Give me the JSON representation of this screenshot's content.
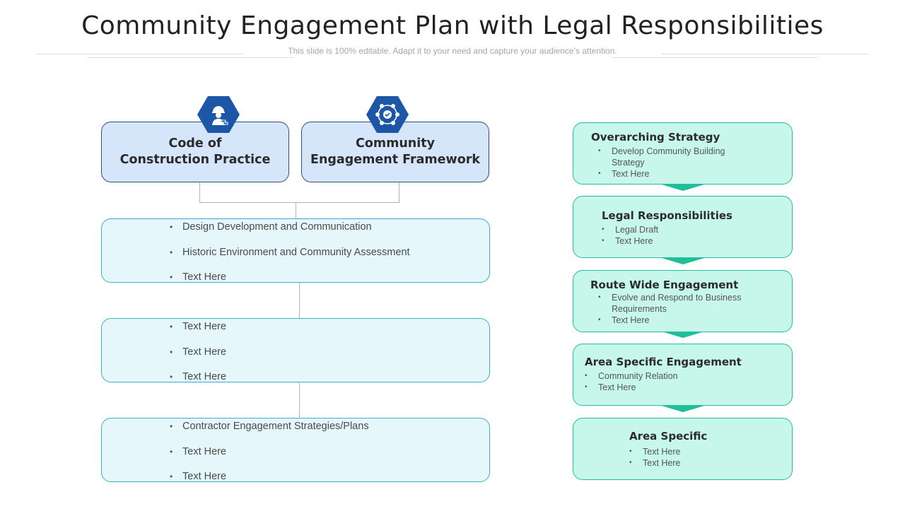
{
  "header": {
    "title": "Community Engagement Plan with Legal Responsibilities",
    "subtitle": "This slide is 100% editable. Adapt it to your need and capture your audience’s attention."
  },
  "colors": {
    "hexagon": "#1b57a6",
    "header_box": "#d5e6fb",
    "list_box": "#e6f7fc",
    "list_border": "#39b0c9",
    "stage_box": "#c6f7ea",
    "stage_border": "#1fbf9b"
  },
  "left": {
    "headers": [
      {
        "line1": "Code of",
        "line2": "Construction Practice",
        "icon": "construction-worker-icon"
      },
      {
        "line1": "Community",
        "line2": "Engagement Framework",
        "icon": "network-shield-icon"
      }
    ],
    "boxes": [
      {
        "items": [
          "Design Development and Communication",
          "Historic Environment and Community Assessment",
          "Text Here"
        ]
      },
      {
        "items": [
          "Text Here",
          "Text Here",
          "Text Here"
        ]
      },
      {
        "items": [
          "Contractor Engagement Strategies/Plans",
          "Text Here",
          "Text Here"
        ]
      }
    ]
  },
  "right": {
    "stages": [
      {
        "title": "Overarching Strategy",
        "items": [
          "Develop Community Building Strategy",
          "Text Here"
        ]
      },
      {
        "title": "Legal Responsibilities",
        "items": [
          "Legal Draft",
          "Text Here"
        ]
      },
      {
        "title": "Route Wide Engagement",
        "items": [
          "Evolve and Respond to Business Requirements",
          "Text Here"
        ]
      },
      {
        "title": "Area Specific Engagement",
        "items": [
          "Community Relation",
          "Text Here"
        ]
      },
      {
        "title": "Area Specific",
        "items": [
          "Text Here",
          "Text Here"
        ]
      }
    ]
  }
}
